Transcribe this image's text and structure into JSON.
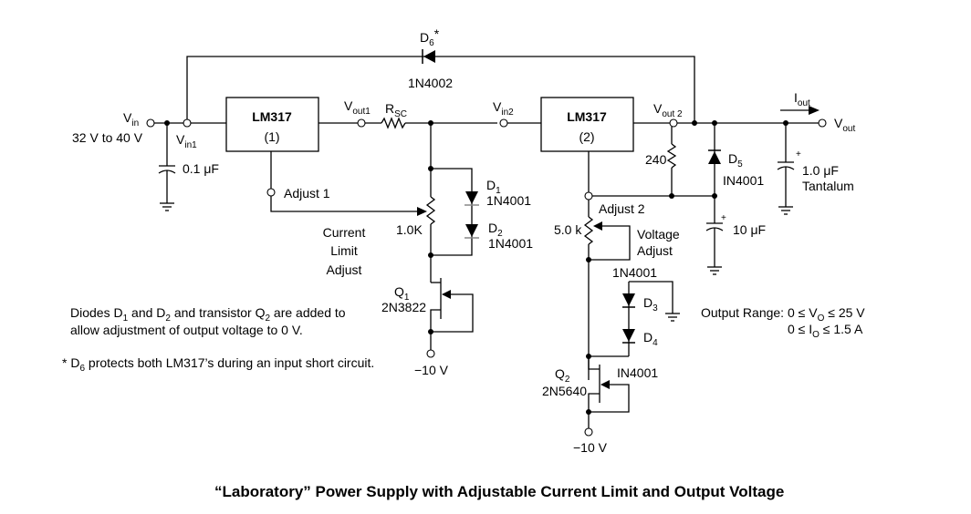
{
  "title": "“Laboratory” Power Supply with Adjustable Current Limit and Output Voltage",
  "components": {
    "regulator1": {
      "name": "LM317",
      "index": "(1)"
    },
    "regulator2": {
      "name": "LM317",
      "index": "(2)"
    },
    "d6": {
      "ref": "D",
      "sub": "6",
      "suffix": "*",
      "part": "1N4002"
    },
    "d1": {
      "ref": "D",
      "sub": "1",
      "part": "1N4001"
    },
    "d2": {
      "ref": "D",
      "sub": "2",
      "part": "1N4001"
    },
    "d3": {
      "ref": "D",
      "sub": "3"
    },
    "d4": {
      "ref": "D",
      "sub": "4"
    },
    "d34_part": "1N4001",
    "d5": {
      "ref": "D",
      "sub": "5",
      "part": "IN4001"
    },
    "q1": {
      "ref": "Q",
      "sub": "1",
      "part": "2N3822"
    },
    "q2": {
      "ref": "Q",
      "sub": "2",
      "part": "2N5640",
      "extra": "IN4001"
    },
    "rsc": {
      "ref": "R",
      "sub": "SC"
    },
    "pot1": {
      "value": "1.0K",
      "label": [
        "Current",
        "Limit",
        "Adjust"
      ]
    },
    "pot2": {
      "value": "5.0 k",
      "label": [
        "Voltage",
        "Adjust"
      ]
    },
    "r240": {
      "value": "240"
    },
    "c_in": {
      "value": "0.1 μF"
    },
    "c_adj": {
      "value": "10 μF",
      "polarity": "+"
    },
    "c_out": {
      "value": "1.0 μF",
      "type": "Tantalum",
      "polarity": "+"
    }
  },
  "nodes": {
    "vin": {
      "main": "V",
      "sub": "in"
    },
    "vin_range": "32 V to 40 V",
    "vin1": {
      "main": "V",
      "sub": "in1"
    },
    "vout1": {
      "main": "V",
      "sub": "out1"
    },
    "vin2": {
      "main": "V",
      "sub": "in2"
    },
    "vout2": {
      "main": "V",
      "sub": "out 2"
    },
    "vout": {
      "main": "V",
      "sub": "out"
    },
    "iout": {
      "main": "I",
      "sub": "out"
    },
    "adjust1": "Adjust 1",
    "adjust2": "Adjust 2",
    "neg1": "−10 V",
    "neg2": "−10 V"
  },
  "notes": {
    "note1_a": "Diodes D",
    "note1_b": "1",
    "note1_c": " and D",
    "note1_d": "2",
    "note1_e": " and transistor Q",
    "note1_f": "2",
    "note1_g": " are added to",
    "note1_line2": "allow adjustment of output voltage to 0 V.",
    "note2_a": "* D",
    "note2_b": "6",
    "note2_c": " protects both LM317’s during an input short circuit."
  },
  "output_range": {
    "label": "Output Range:",
    "v_a": "0 ≤ V",
    "v_sub": "O",
    "v_b": " ≤ 25 V",
    "i_a": "0 ≤ I",
    "i_sub": "O",
    "i_b": " ≤ 1.5 A"
  }
}
